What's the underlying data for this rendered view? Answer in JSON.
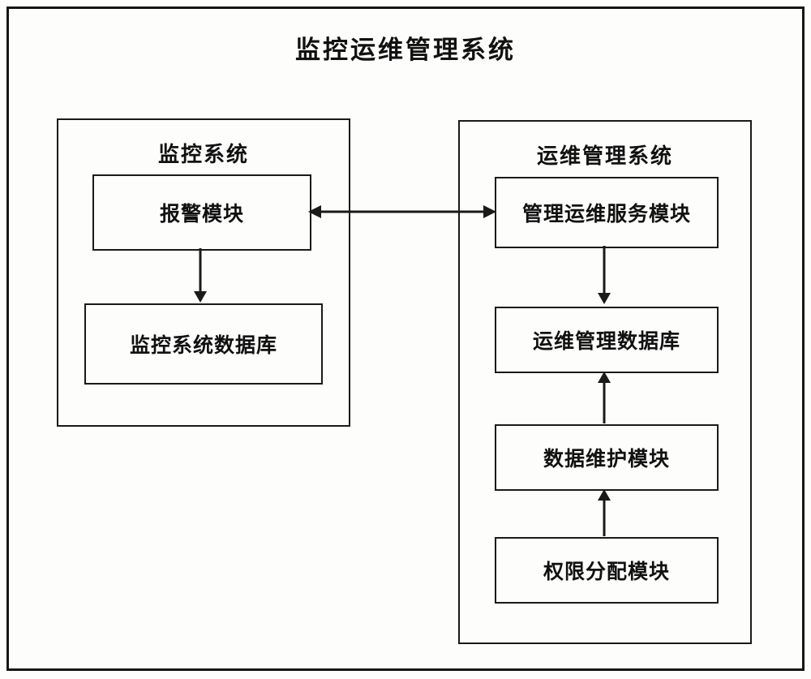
{
  "diagram": {
    "title": "监控运维管理系统",
    "left_group": {
      "title": "监控系统",
      "alarm_module": "报警模块",
      "database": "监控系统数据库"
    },
    "right_group": {
      "title": "运维管理系统",
      "service_module": "管理运维服务模块",
      "database": "运维管理数据库",
      "maintenance_module": "数据维护模块",
      "permission_module": "权限分配模块"
    },
    "colors": {
      "line": "#1a1a1a",
      "background": "#fdfdfc"
    }
  }
}
